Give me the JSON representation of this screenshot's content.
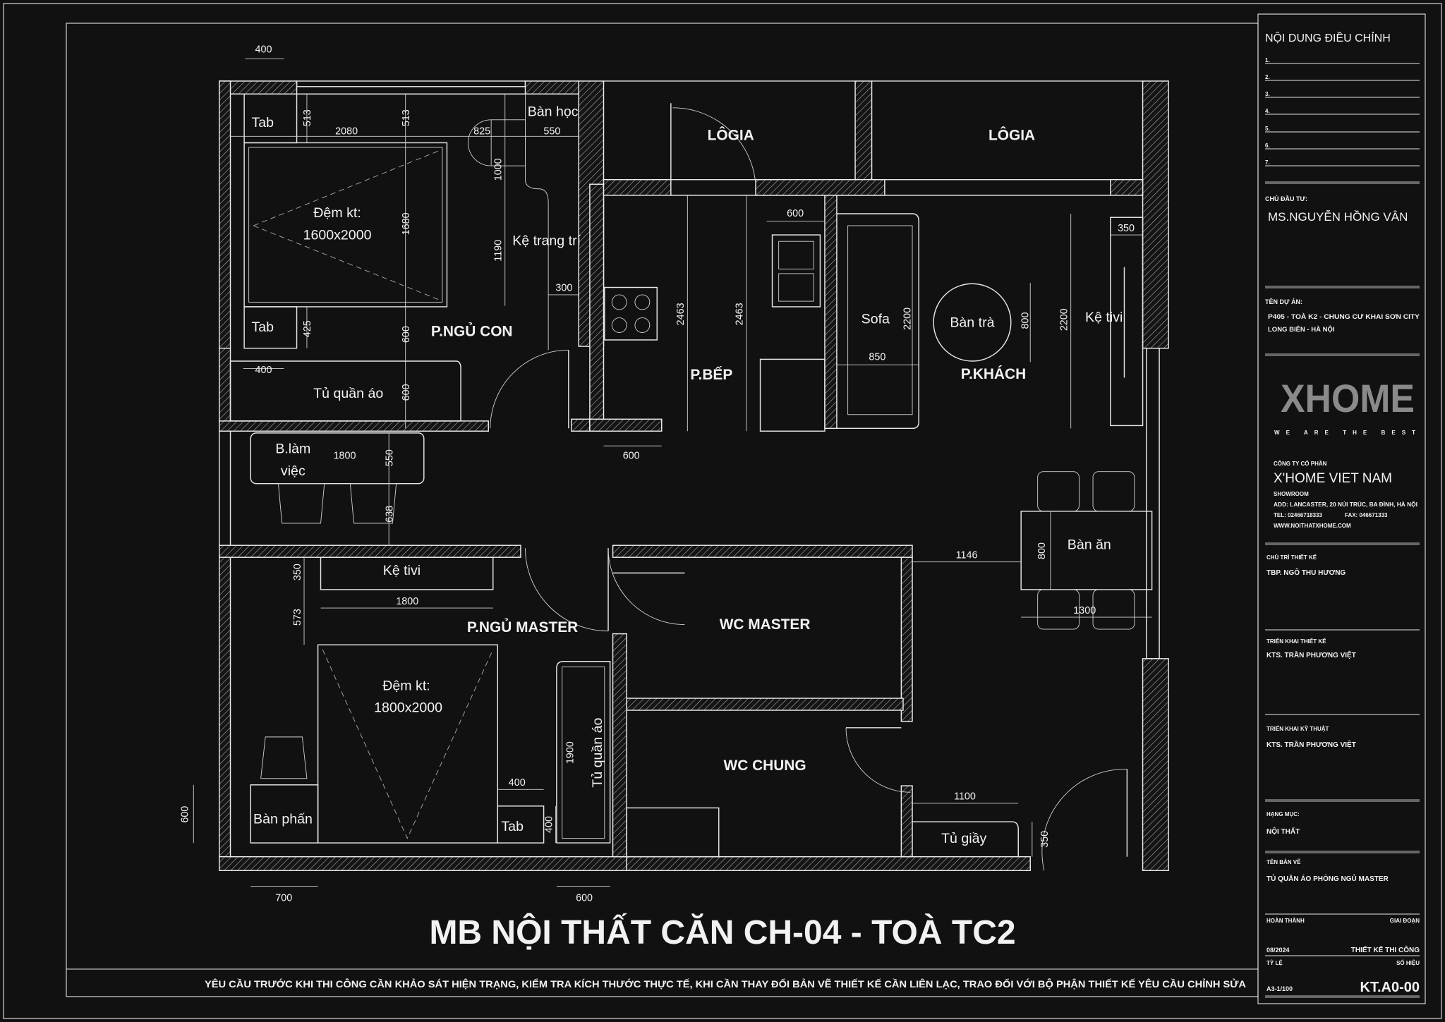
{
  "drawing": {
    "title": "MB NỘI THẤT CĂN CH-04 - TOÀ TC2",
    "note": "YÊU CẦU TRƯỚC KHI THI CÔNG CẦN KHẢO SÁT HIỆN TRẠNG, KIỂM TRA KÍCH THƯỚC THỰC TẾ, KHI CẦN THAY ĐỔI BẢN VẼ THIẾT KẾ CẦN LIÊN LẠC, TRAO ĐỔI VỚI BỘ PHẬN THIẾT KẾ YÊU CẦU CHỈNH SỬA"
  },
  "rooms": {
    "logia_1": "LÔGIA",
    "logia_2": "LÔGIA",
    "child_bedroom": "P.NGỦ CON",
    "kitchen": "P.BẾP",
    "living": "P.KHÁCH",
    "master_bedroom": "P.NGỦ MASTER",
    "wc_master": "WC MASTER",
    "wc_common": "WC CHUNG"
  },
  "furniture": {
    "tab_1": "Tab",
    "tab_2": "Tab",
    "tab_3": "Tab",
    "study_desk": "Bàn học",
    "bed_child_1": "Đệm kt:",
    "bed_child_2": "1600x2000",
    "deco_shelf": "Kệ trang trí",
    "wardrobe_child": "Tủ quần áo",
    "sofa": "Sofa",
    "coffee_table": "Bàn trà",
    "tv_shelf_living": "Kệ tivi",
    "work_desk_1": "B.làm",
    "work_desk_2": "việc",
    "tv_shelf_master": "Kệ tivi",
    "dining_table": "Bàn ăn",
    "bed_master_1": "Đệm kt:",
    "bed_master_2": "1800x2000",
    "wardrobe_master": "Tủ quần áo",
    "vanity": "Bàn phấn",
    "shoe_cabinet": "Tủ giầy"
  },
  "dims": [
    "400",
    "513",
    "2080",
    "513",
    "825",
    "550",
    "1000",
    "1680",
    "1190",
    "300",
    "425",
    "600",
    "400",
    "600",
    "600",
    "600",
    "2463",
    "2463",
    "2200",
    "850",
    "800",
    "2200",
    "350",
    "1800",
    "550",
    "638",
    "350",
    "573",
    "1800",
    "1146",
    "800",
    "1300",
    "400",
    "1900",
    "400",
    "1100",
    "350",
    "600",
    "700",
    "600"
  ],
  "title_block": {
    "revisions_title": "NỘI DUNG ĐIỀU CHỈNH",
    "revisions": [
      "1.",
      "2.",
      "3.",
      "4.",
      "5.",
      "6.",
      "7."
    ],
    "investor_label": "CHỦ ĐẦU TƯ:",
    "investor": "MS.NGUYỄN HỒNG VÂN",
    "project_label": "TÊN DỰ ÁN:",
    "project_line1": "P405 - TOÀ K2 - CHUNG CƯ KHAI SƠN CITY",
    "project_line2": "LONG BIÊN - HÀ NỘI",
    "logo_text": "XHOME",
    "logo_tagline": "WE   ARE   THE   BEST",
    "company_type": "CÔNG TY CỔ PHẦN",
    "company": "X'HOME VIET NAM",
    "showroom": "SHOWROOM",
    "address": "ADD: LANCASTER, 20 NÚI TRÚC, BA ĐÌNH, HÀ NỘI",
    "tel": "TEL: 02466718333",
    "fax": "FAX: 046671333",
    "web": "WWW.NOITHATXHOME.COM",
    "lead_label": "CHỦ TRÌ THIẾT KẾ",
    "lead": "TBP. NGÔ THU HƯƠNG",
    "design_label": "TRIỂN KHAI THIẾT KẾ",
    "design": "KTS. TRẦN PHƯƠNG VIỆT",
    "tech_label": "TRIỂN KHAI KỸ THUẬT",
    "tech": "KTS. TRẦN PHƯƠNG VIỆT",
    "category_label": "HẠNG MỤC:",
    "category": "NỘI THẤT",
    "sheet_name_label": "TÊN BẢN VẼ",
    "sheet_name": "TỦ QUẦN ÁO PHÒNG NGỦ MASTER",
    "completed_label": "HOÀN THÀNH",
    "phase_label": "GIAI ĐOẠN",
    "completed": "08/2024",
    "phase": "THIẾT KẾ THI CÔNG",
    "scale_label": "TỶ LỆ",
    "code_label": "SỐ HIỆU",
    "scale": "A3-1/100",
    "code": "KT.A0-00"
  },
  "colors": {
    "background": "#111111",
    "lines": "#e8e8e8",
    "logo": "#8a8a8a"
  }
}
